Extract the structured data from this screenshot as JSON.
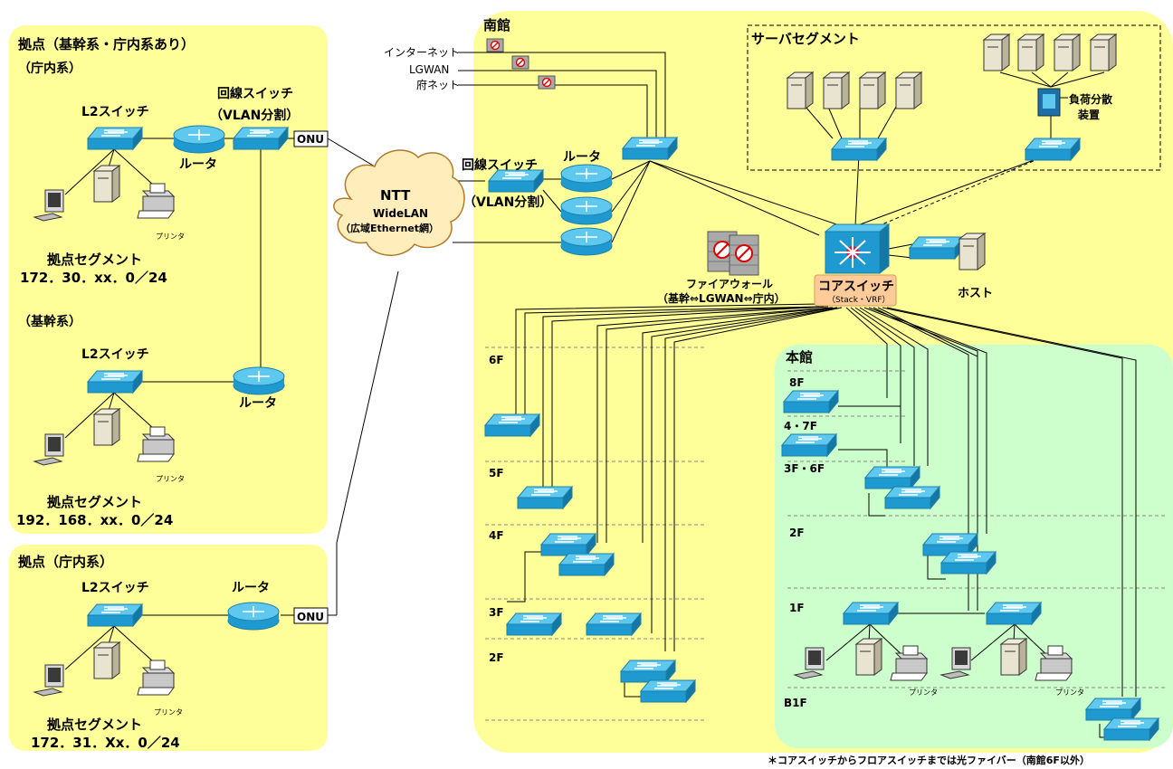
{
  "site_a": {
    "title": "拠点（基幹系・庁内系あり）",
    "sub_chonai": "（庁内系）",
    "l2_1": "L2スイッチ",
    "router_1": "ルータ",
    "line_switch": "回線スイッチ",
    "vlan": "（VLAN分割）",
    "onu": "ONU",
    "printer": "プリンタ",
    "seg_title_1": "拠点セグメント",
    "seg_addr_1": "172．30．xx．0／24",
    "sub_kikan": "（基幹系）",
    "l2_2": "L2スイッチ",
    "router_2": "ルータ",
    "seg_title_2": "拠点セグメント",
    "seg_addr_2": "192．168．xx．0／24"
  },
  "site_b": {
    "title": "拠点（庁内系）",
    "l2": "L2スイッチ",
    "router": "ルータ",
    "onu": "ONU",
    "printer": "プリンタ",
    "seg_title": "拠点セグメント",
    "seg_addr": "172．31．Xx．0／24"
  },
  "cloud": {
    "line1": "NTT",
    "line2": "WideLAN",
    "line3": "（広域Ethernet網）"
  },
  "south": {
    "title": "南館",
    "internet": "インターネット",
    "lgwan": "LGWAN",
    "fu_net": "府ネット",
    "line_switch": "回線スイッチ",
    "vlan": "（VLAN分割）",
    "router": "ルータ",
    "server_segment": "サーバセグメント",
    "lb_1": "負荷分散",
    "lb_2": "装置",
    "firewall": "ファイアウォール",
    "firewall_sub": "（基幹⇔LGWAN⇔庁内）",
    "core": "コアスイッチ",
    "core_sub": "（Stack・VRF）",
    "host": "ホスト",
    "floors": [
      "6F",
      "5F",
      "4F",
      "3F",
      "2F"
    ]
  },
  "main": {
    "title": "本館",
    "floors": [
      "8F",
      "4・7F",
      "3F・6F",
      "2F",
      "1F",
      "B1F"
    ],
    "printer": "プリンタ"
  },
  "footnote": "＊コアスイッチからフロアスイッチまでは光ファイバー（南館6F以外）",
  "colors": {
    "yellow_bg": "#ffff99",
    "green_bg": "#ccffcc",
    "cyan": "#29a8d6",
    "core_label_bg": "#ffcc99"
  }
}
